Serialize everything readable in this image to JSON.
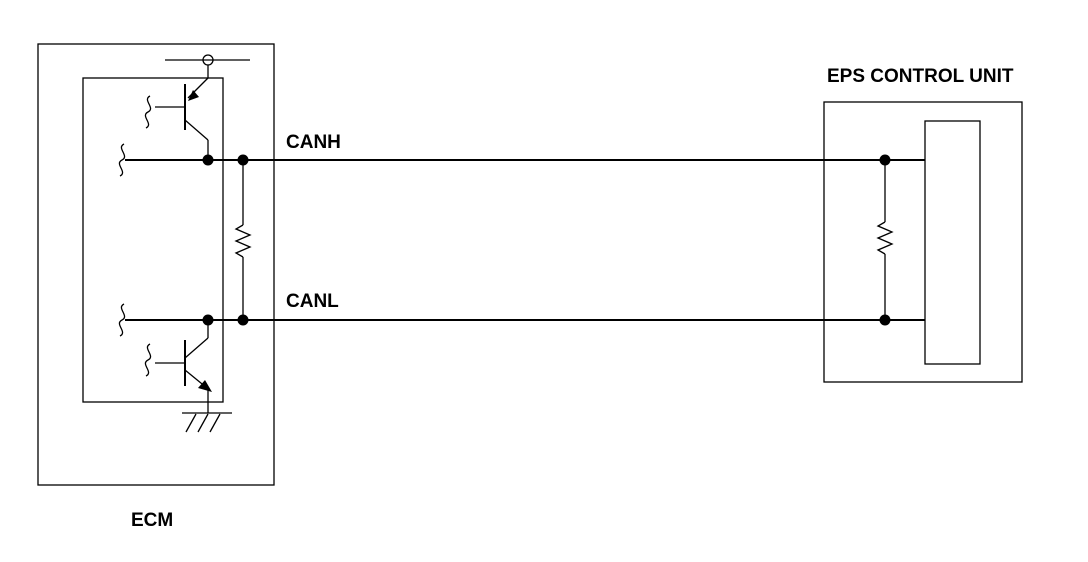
{
  "diagram": {
    "ecm_label": "ECM",
    "eps_label": "EPS CONTROL UNIT",
    "canh_label": "CANH",
    "canl_label": "CANL"
  },
  "colors": {
    "line": "#000000",
    "background": "#ffffff"
  }
}
